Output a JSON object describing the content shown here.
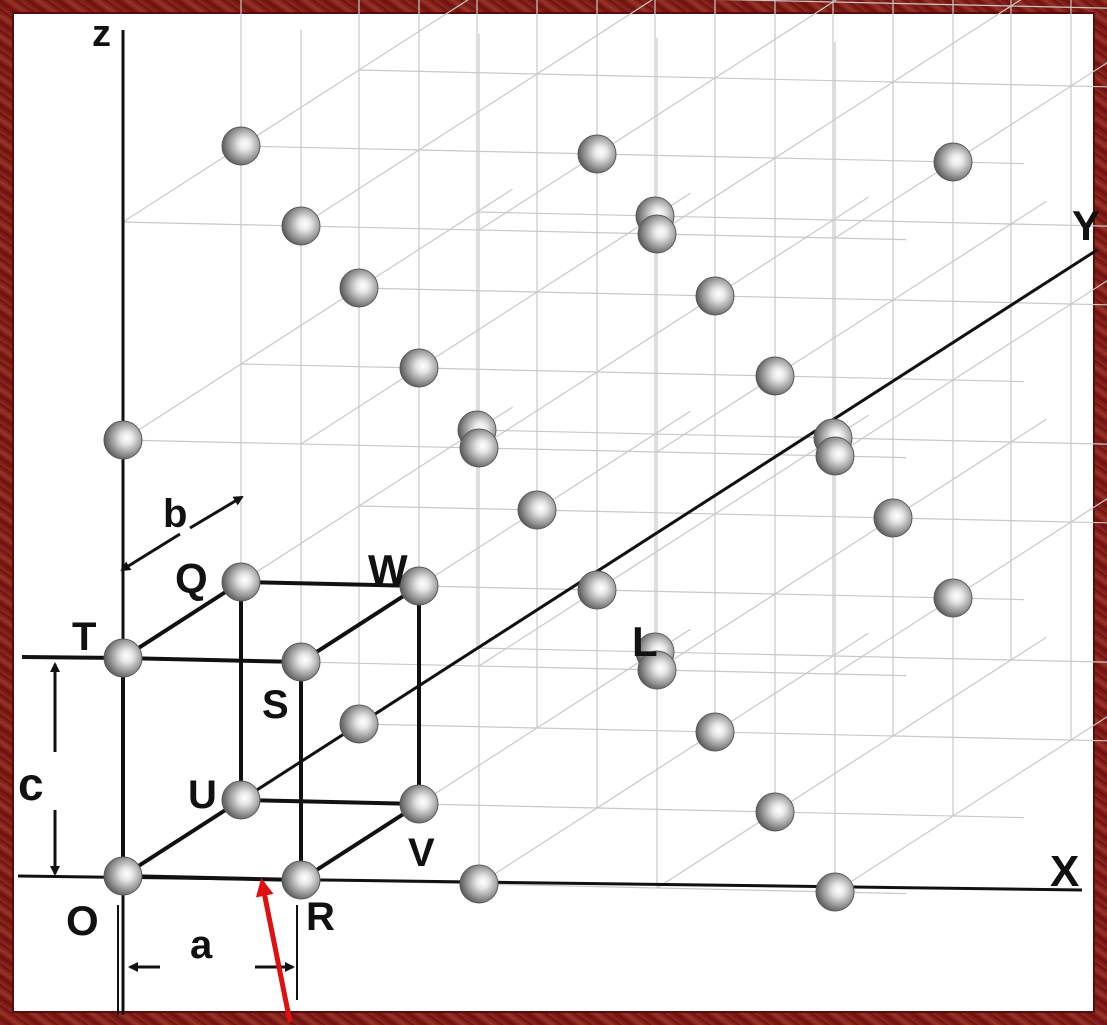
{
  "labels": {
    "axis_z": "z",
    "axis_y": "Y",
    "axis_x": "X",
    "origin": "O",
    "point_r": "R",
    "point_s": "S",
    "point_t": "T",
    "point_q": "Q",
    "point_w": "W",
    "point_u": "U",
    "point_v": "V",
    "point_l": "L",
    "dim_a": "a",
    "dim_b": "b",
    "dim_c": "c"
  },
  "colors": {
    "frame": "#7a1512",
    "arrow": "#e01010",
    "atom": "#9a9a9a"
  }
}
